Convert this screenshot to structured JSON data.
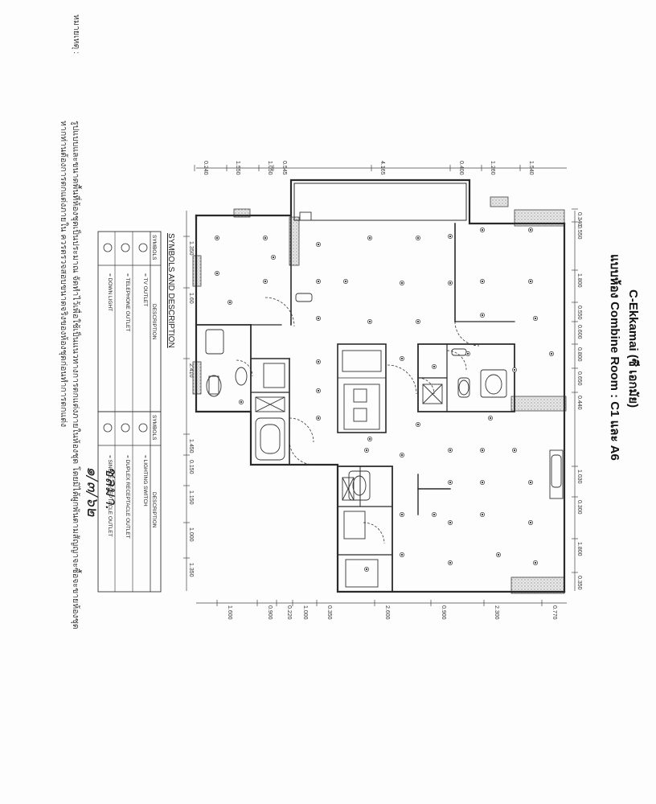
{
  "header": {
    "note_label": "หมายเหตุ :",
    "title": "C-Ekkamai (ซี เอกมัย)",
    "subtitle": "แบบห้อง Combine Room : C1 และ A6"
  },
  "notes": {
    "line1": "รูปแบบและขนาดพื้นที่ห้องชุดเป็นประมาณ จัดทำไว้เพื่อใช้เป็นแนวทางการตกแต่งภายในห้องชุด โดยมิได้ผูกพันตามสัญญาจะซื้อจะขายห้องชุด",
    "line2": "หากท่านต้องการตกแต่งภายใน ควรตรวจสอบขนาดจริงของห้องชุดก่อนทำการตกแต่ง"
  },
  "dimensions": {
    "top": [
      "0.240",
      "1.550",
      "1.050",
      "0.545",
      "4.165",
      "0.400",
      "1.260",
      "1.540"
    ],
    "bottom": [
      "1.600",
      "0.900",
      "0.220",
      "1.000",
      "0.350",
      "2.600",
      "0.900",
      "2.300",
      "0.770"
    ],
    "left": [
      "1.350",
      "1.60",
      "2.410",
      "1.450",
      "0.150",
      "1.150",
      "1.000",
      "1.350"
    ],
    "right": [
      "0.340",
      "0.550",
      "1.800",
      "0.550",
      "0.600",
      "0.800",
      "0.650",
      "0.440",
      "1.030",
      "0.300",
      "1.800",
      "0.350"
    ]
  },
  "legend": {
    "heading": "SYMBOLS AND DESCRIPTION",
    "col_symbols": "SYMBOLS",
    "col_description": "DESCRIPTION",
    "items_left": [
      {
        "symbol": "TV",
        "desc": "= TV OUTLET"
      },
      {
        "symbol": "T",
        "desc": "= TELEPHONE OUTLET"
      },
      {
        "symbol": "DL",
        "desc": "= DOWN LIGHT"
      }
    ],
    "items_right": [
      {
        "symbol": "S",
        "desc": "= LIGHTING SWITCH"
      },
      {
        "symbol": "DR",
        "desc": "= DUPLEX RECEPTACLE OUTLET"
      },
      {
        "symbol": "SR",
        "desc": "= SINGLE RECEPTACLE OUTLET"
      }
    ]
  },
  "signature": {
    "line1": "ชลมา.",
    "line2": "๑/๓/๖๒"
  },
  "colors": {
    "ink": "#2a2a2a",
    "wall_hatch": "#9a9a9a",
    "paper": "#fdfdfd"
  }
}
